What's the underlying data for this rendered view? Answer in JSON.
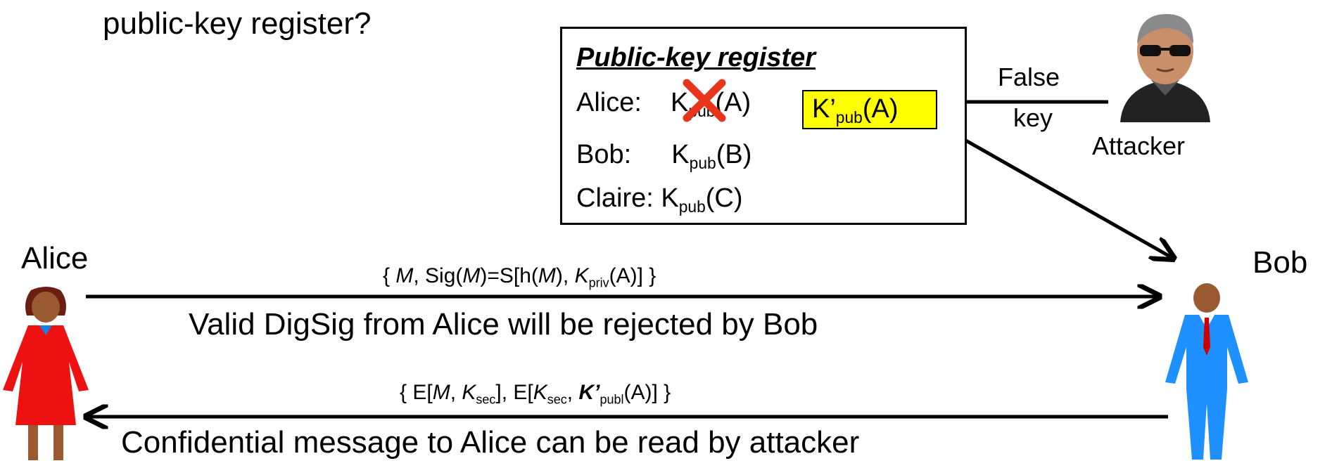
{
  "question_tail": "public-key register?",
  "register": {
    "title": "Public-key register",
    "rows": [
      {
        "name": "Alice:",
        "key": "K",
        "key_sub": "pub",
        "key_arg": "(A)"
      },
      {
        "name": "Bob:",
        "key": "K",
        "key_sub": "pub",
        "key_arg": "(B)"
      },
      {
        "name": "Claire:",
        "key": "K",
        "key_sub": "pub",
        "key_arg": "(C)"
      }
    ],
    "false_key": {
      "base": "K’",
      "sub": "pub",
      "arg": "(A)"
    }
  },
  "false_key_label": {
    "line1": "False",
    "line2": "key"
  },
  "attacker": {
    "label": "Attacker",
    "icon": "attacker-icon"
  },
  "alice": {
    "label": "Alice",
    "icon": "woman-icon"
  },
  "bob": {
    "label": "Bob",
    "icon": "man-icon"
  },
  "message1": {
    "formula": {
      "p1": "{ ",
      "m1": "M",
      "p2": ", Sig(",
      "m2": "M",
      "p3": ")=S[h(",
      "m3": "M",
      "p4": "), ",
      "k": "K",
      "k_sub": "priv",
      "p5": "(A)] }"
    },
    "caption": "Valid DigSig from Alice will be rejected by Bob"
  },
  "message2": {
    "formula": {
      "p1": "{ E[",
      "m": "M",
      "p2": ", ",
      "k1": "K",
      "k1_sub": "sec",
      "p3": "], E[",
      "k2": "K",
      "k2_sub": "sec",
      "p4": ", ",
      "k3": "K’",
      "k3_sub": "publ",
      "p5": "(A)] }"
    },
    "caption": "Confidential message to Alice can be read by attacker"
  },
  "colors": {
    "alice_dress": "#ee1111",
    "bob_suit": "#1e90ff",
    "tie": "#cc0000",
    "skin": "#9a5a32",
    "hair": "#6b1f12",
    "highlight": "#ffff00",
    "cross": "#e8361c"
  }
}
